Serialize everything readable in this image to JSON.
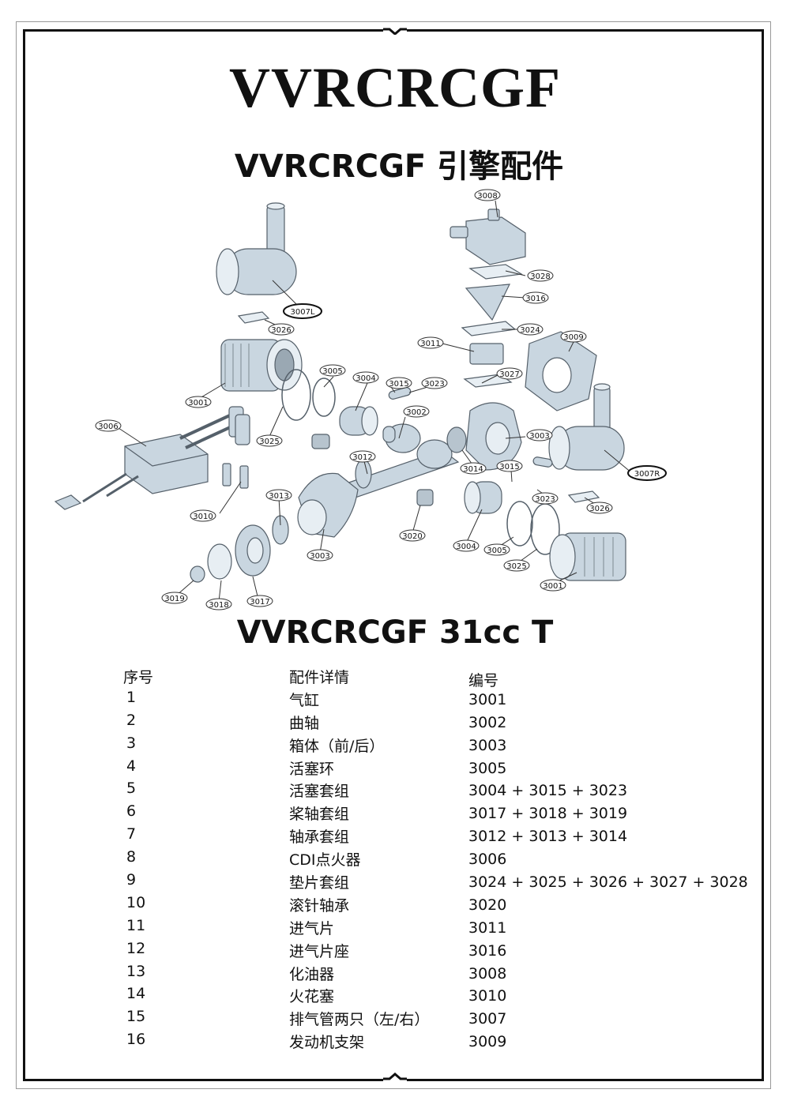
{
  "brand": "VVRCRCGF",
  "subtitle": "VVRCRCGF 引擎配件",
  "model": "VVRCRCGF 31cc T",
  "diagram_labels": [
    "3008",
    "3028",
    "3016",
    "3024",
    "3011",
    "3009",
    "3027",
    "3007L",
    "3026",
    "3001",
    "3005",
    "3004",
    "3015",
    "3023",
    "3002",
    "3006",
    "3025",
    "3003",
    "3014",
    "3012",
    "3015",
    "3007R",
    "3010",
    "3013",
    "3023",
    "3026",
    "3020",
    "3004",
    "3005",
    "3003",
    "3025",
    "3001",
    "3019",
    "3018",
    "3017"
  ],
  "table": {
    "headers": {
      "index": "序号",
      "detail": "配件详情",
      "code": "编号"
    },
    "rows": [
      {
        "index": "1",
        "detail": "气缸",
        "code": "3001"
      },
      {
        "index": "2",
        "detail": "曲轴",
        "code": "3002"
      },
      {
        "index": "3",
        "detail": "箱体（前/后）",
        "code": "3003"
      },
      {
        "index": "4",
        "detail": "活塞环",
        "code": "3005"
      },
      {
        "index": "5",
        "detail": "活塞套组",
        "code": "3004 + 3015 + 3023"
      },
      {
        "index": "6",
        "detail": "桨轴套组",
        "code": "3017 + 3018 + 3019"
      },
      {
        "index": "7",
        "detail": "轴承套组",
        "code": "3012 + 3013 + 3014"
      },
      {
        "index": "8",
        "detail": "CDI点火器",
        "code": "3006"
      },
      {
        "index": "9",
        "detail": "垫片套组",
        "code": "3024 + 3025 + 3026 + 3027 + 3028"
      },
      {
        "index": "10",
        "detail": "滚针轴承",
        "code": "3020"
      },
      {
        "index": "11",
        "detail": "进气片",
        "code": "3011"
      },
      {
        "index": "12",
        "detail": "进气片座",
        "code": "3016"
      },
      {
        "index": "13",
        "detail": "化油器",
        "code": "3008"
      },
      {
        "index": "14",
        "detail": "火花塞",
        "code": "3010"
      },
      {
        "index": "15",
        "detail": "排气管两只（左/右）",
        "code": "3007"
      },
      {
        "index": "16",
        "detail": "发动机支架",
        "code": "3009"
      }
    ]
  }
}
